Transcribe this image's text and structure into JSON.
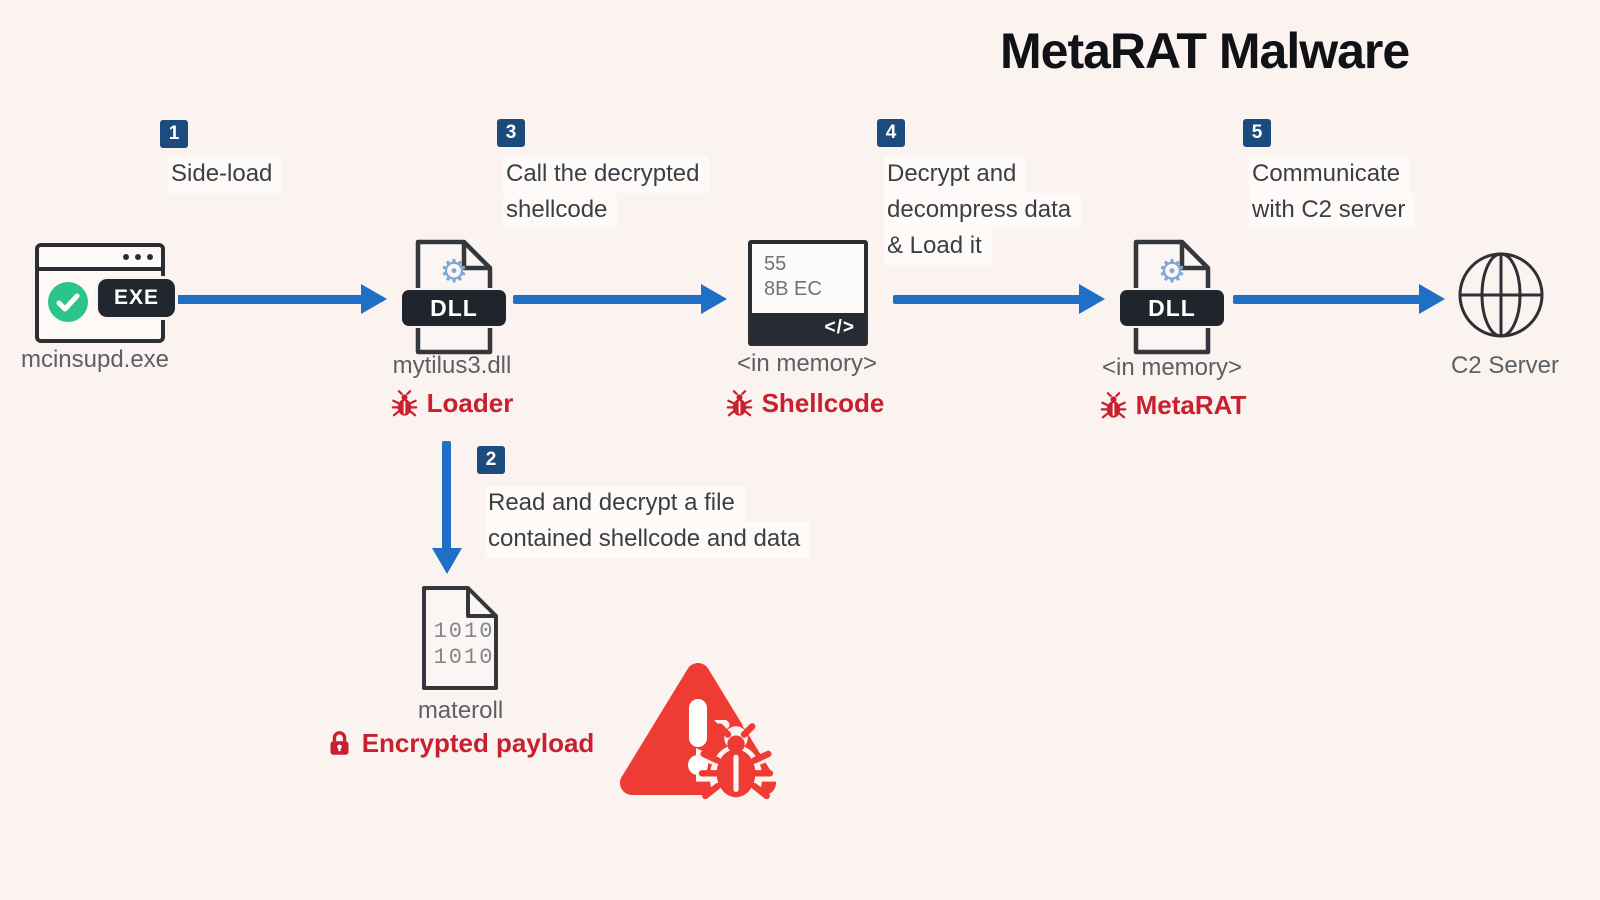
{
  "title": "MetaRAT Malware",
  "steps": {
    "s1": {
      "num": "1",
      "lines": [
        "Side-load"
      ]
    },
    "s2": {
      "num": "2",
      "lines": [
        "Read and decrypt a file",
        "contained shellcode and data"
      ]
    },
    "s3": {
      "num": "3",
      "lines": [
        "Call the decrypted",
        "shellcode"
      ]
    },
    "s4": {
      "num": "4",
      "lines": [
        "Decrypt and",
        "decompress data",
        "& Load it"
      ]
    },
    "s5": {
      "num": "5",
      "lines": [
        "Communicate",
        "with C2 server"
      ]
    }
  },
  "nodes": {
    "exe": {
      "pill": "EXE",
      "filename": "mcinsupd.exe"
    },
    "loader_dll": {
      "pill": "DLL",
      "filename": "mytilus3.dll",
      "tag": "Loader"
    },
    "shellcode": {
      "hex_lines": [
        "55",
        "8B EC"
      ],
      "code_glyph": "</>",
      "location": "<in memory>",
      "tag": "Shellcode"
    },
    "metarat_dll": {
      "pill": "DLL",
      "location": "<in memory>",
      "tag": "MetaRAT"
    },
    "c2_server": {
      "label": "C2 Server"
    },
    "payload_file": {
      "binary_lines": [
        "1010",
        "1010"
      ],
      "filename": "materoll",
      "tag": "Encrypted payload"
    }
  },
  "icons": {
    "gear": "⚙"
  },
  "colors": {
    "background": "#faf3f0",
    "arrow_blue": "#1e6fc5",
    "badge_navy": "#1c4b7d",
    "malware_red": "#c92030",
    "warning_red": "#ee3b33",
    "icon_dark": "#2b2e33",
    "success_green": "#2bc48a"
  }
}
